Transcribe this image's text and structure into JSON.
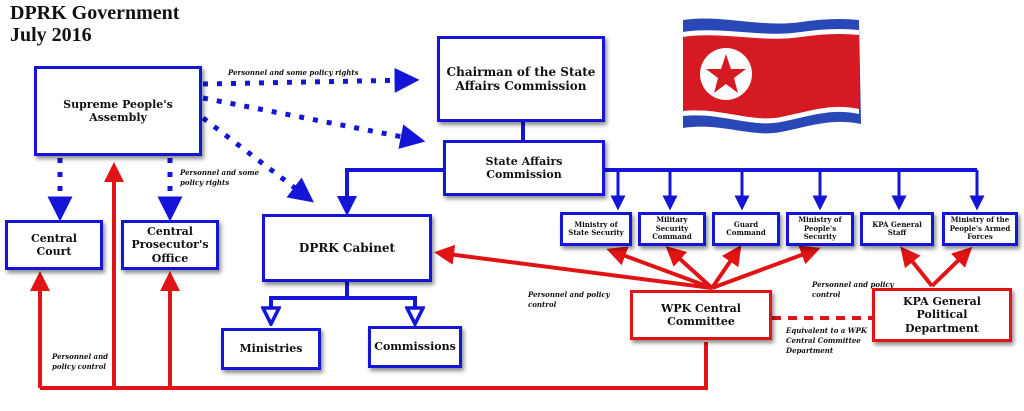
{
  "header": {
    "line1": "DPRK Government",
    "line2": "July 2016"
  },
  "colors": {
    "blue": "#1515d8",
    "red": "#e01414",
    "flag_blue": "#2a47b8",
    "flag_red": "#d61a24"
  },
  "flag": {
    "icon": "dprk-flag-icon"
  },
  "boxes": {
    "chairman": "Chairman of the State Affairs Commission",
    "spa": "Supreme People's Assembly",
    "sac": "State Affairs Commission",
    "court": "Central Court",
    "prosecutor": "Central Prosecutor's Office",
    "cabinet": "DPRK Cabinet",
    "ministries": "Ministries",
    "commissions": "Commissions",
    "min_state_security": "Ministry of State Security",
    "military_security": "Military Security Command",
    "guard_command": "Guard Command",
    "min_peoples_security": "Ministry of People's Security",
    "kpa_staff": "KPA General Staff",
    "min_armed_forces": "Ministry of the People's Armed Forces",
    "wpk": "WPK Central Committee",
    "kpa_political": "KPA General Political Department"
  },
  "notes": {
    "spa_to_chairman": "Personnel and some policy rights",
    "spa_to_prosecutor": "Personnel and some policy rights",
    "wpk_to_cabinet": "Personnel and policy control",
    "kpa_control": "Personnel and policy control",
    "bottom_control": "Personnel and policy control",
    "equivalent": "Equivalent to a WPK Central Committee Department"
  }
}
